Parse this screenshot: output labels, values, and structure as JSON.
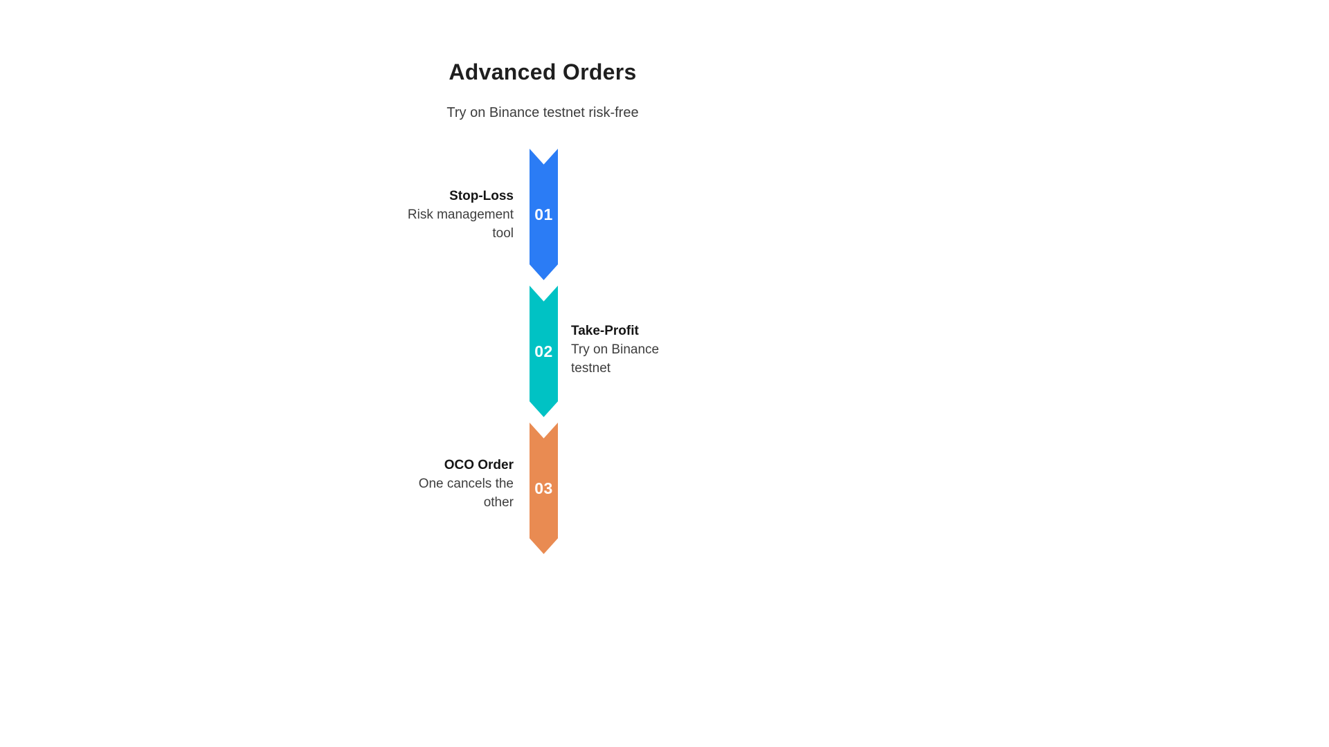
{
  "title": "Advanced Orders",
  "subtitle": "Try on Binance testnet risk-free",
  "steps": [
    {
      "number": "01",
      "title": "Stop-Loss",
      "description": "Risk management tool",
      "side": "left",
      "color": "#2b7cf5"
    },
    {
      "number": "02",
      "title": "Take-Profit",
      "description": "Try on Binance testnet",
      "side": "right",
      "color": "#00c2c4"
    },
    {
      "number": "03",
      "title": "OCO Order",
      "description": "One cancels the other",
      "side": "left",
      "color": "#e98b52"
    }
  ]
}
